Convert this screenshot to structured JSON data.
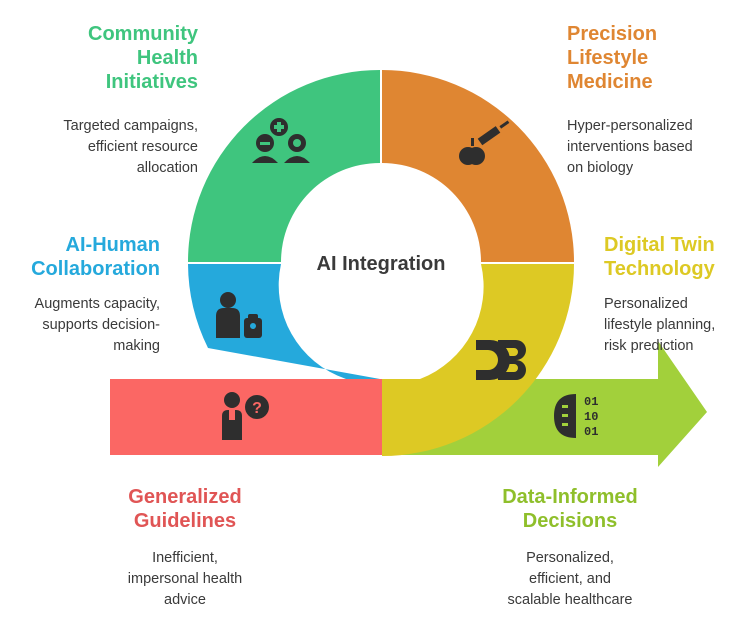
{
  "center_label": "AI Integration",
  "colors": {
    "community": "#3fc57e",
    "precision": "#df8632",
    "digital_twin": "#ddc924",
    "collaboration": "#25a9dc",
    "generalized": "#fb6764",
    "data": "#a2d03b",
    "icon": "#2e2e2e"
  },
  "sections": {
    "community": {
      "title": "Community\nHealth\nInitiatives",
      "desc": "Targeted campaigns,\nefficient resource\nallocation",
      "icon": "community-group-icon"
    },
    "precision": {
      "title": "Precision\nLifestyle\nMedicine",
      "desc": "Hyper-personalized\ninterventions based\non biology",
      "icon": "apple-syringe-icon"
    },
    "collaboration": {
      "title": "AI-Human\nCollaboration",
      "desc": "Augments capacity,\nsupports decision-\nmaking",
      "icon": "human-robot-icon"
    },
    "digital_twin": {
      "title": "Digital Twin\nTechnology",
      "desc": "Personalized\nlifestyle planning,\nrisk prediction",
      "icon": "d3-logo-icon"
    },
    "generalized": {
      "title": "Generalized\nGuidelines",
      "desc": "Inefficient,\nimpersonal health\nadvice",
      "icon": "person-question-icon"
    },
    "data": {
      "title": "Data-Informed\nDecisions",
      "desc": "Personalized,\nefficient, and\nscalable healthcare",
      "icon": "brain-binary-icon",
      "binary": [
        "01",
        "10",
        "01"
      ]
    }
  }
}
